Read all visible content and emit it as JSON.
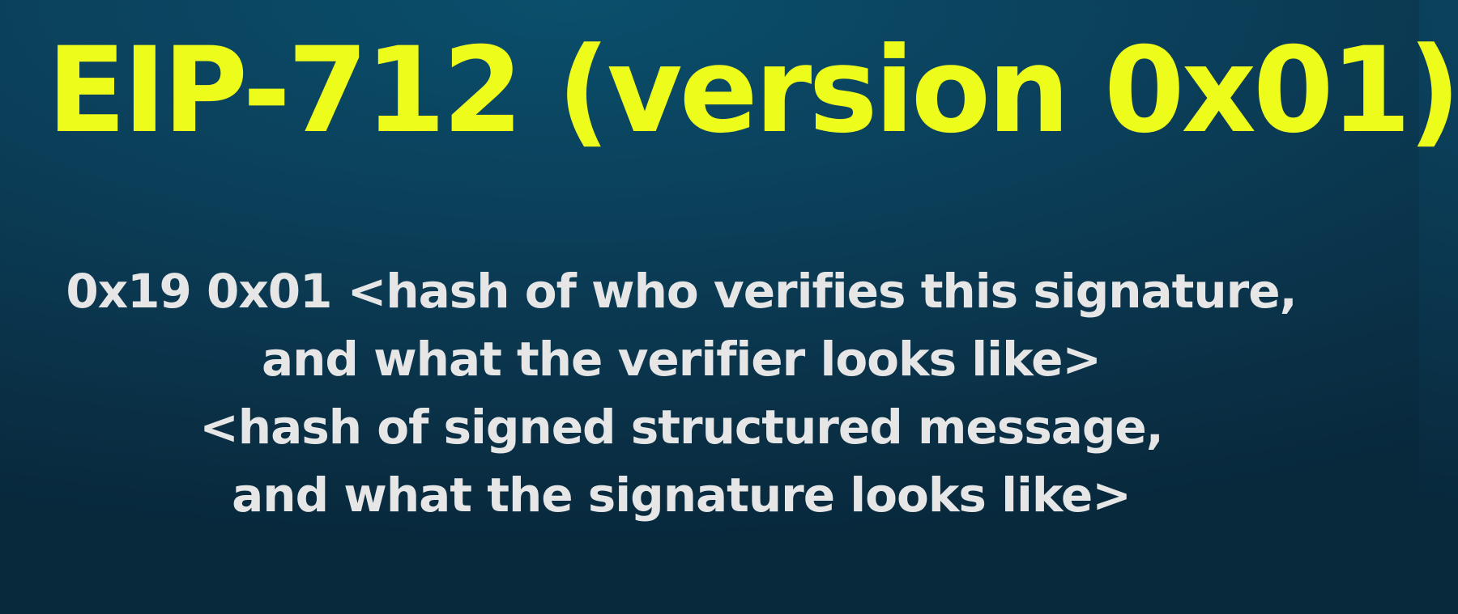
{
  "title": "EIP-712 (version 0x01)",
  "body": {
    "lines": [
      "0x19 0x01 <hash of who verifies this signature,",
      "and what the verifier looks like>",
      "<hash of signed structured message,",
      "and what the signature looks like>"
    ]
  },
  "colors": {
    "title": "#eefc1c",
    "body_text": "#e6e6e6",
    "background": "#0b3d57"
  }
}
